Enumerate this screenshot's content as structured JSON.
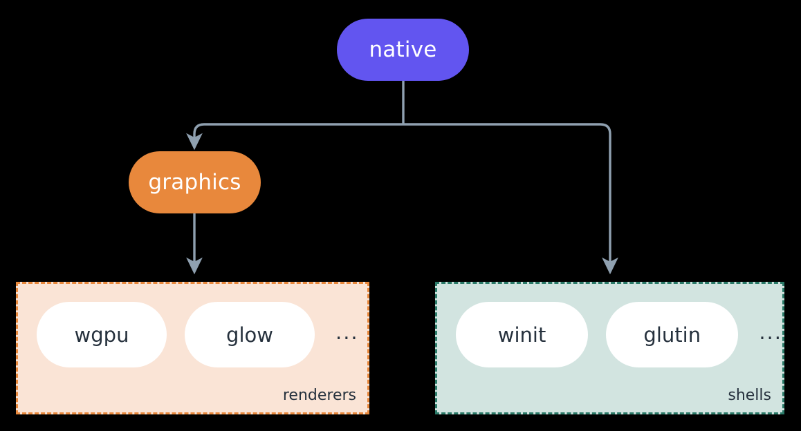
{
  "diagram": {
    "background_color": "#000000",
    "connector_color": "#8fa0b0",
    "nodes": [
      {
        "id": "native",
        "label": "native",
        "color": "#6255f0",
        "text_color": "#ffffff",
        "shape": "pill"
      },
      {
        "id": "graphics",
        "label": "graphics",
        "color": "#e8883c",
        "text_color": "#ffffff",
        "shape": "pill"
      }
    ],
    "clusters": [
      {
        "id": "renderers",
        "label": "renderers",
        "fill_color": "#fae4d6",
        "border_color": "#e8883c",
        "border_style": "dashed",
        "items": [
          {
            "label": "wgpu"
          },
          {
            "label": "glow"
          }
        ],
        "overflow_marker": "..."
      },
      {
        "id": "shells",
        "label": "shells",
        "fill_color": "#d2e4e0",
        "border_color": "#2a7a68",
        "border_style": "dashed",
        "items": [
          {
            "label": "winit"
          },
          {
            "label": "glutin"
          }
        ],
        "overflow_marker": "..."
      }
    ],
    "edges": [
      {
        "from": "native",
        "to": "graphics",
        "style": "elbow-arrow"
      },
      {
        "from": "native",
        "to": "shells",
        "style": "elbow-arrow"
      },
      {
        "from": "graphics",
        "to": "renderers",
        "style": "straight-arrow"
      }
    ]
  }
}
